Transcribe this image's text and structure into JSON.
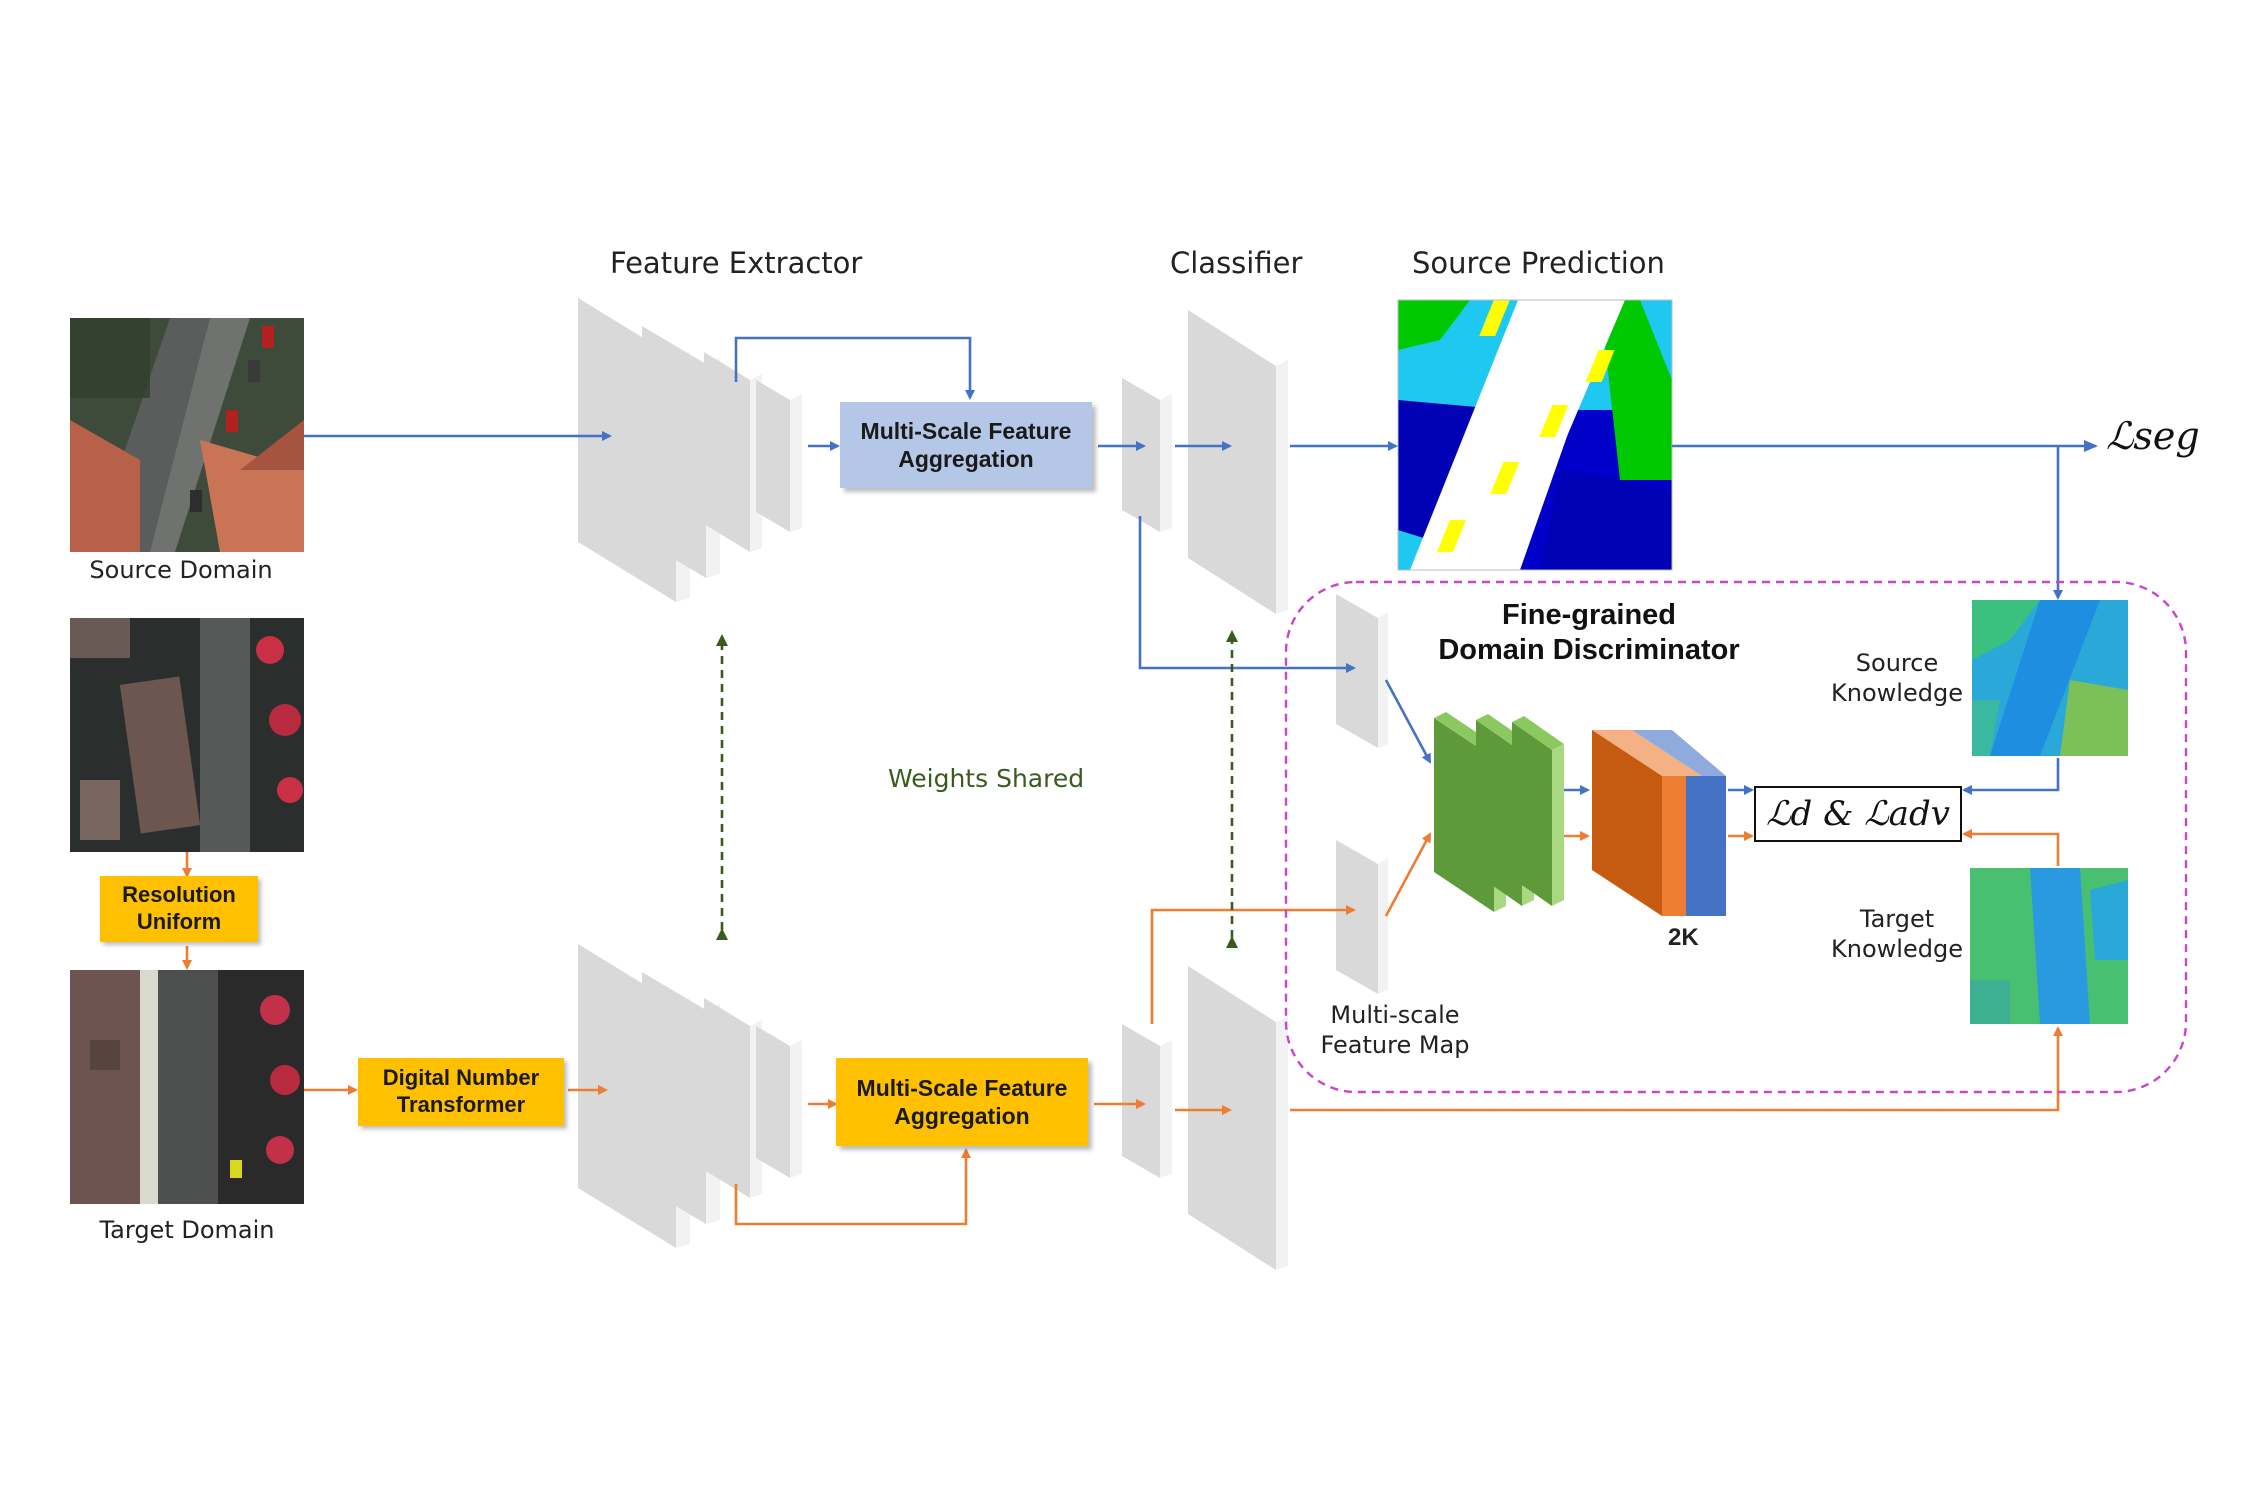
{
  "headers": {
    "feature_extractor": "Feature Extractor",
    "classifier": "Classifier",
    "source_prediction": "Source Prediction"
  },
  "inputs": {
    "source_domain": "Source Domain",
    "target_domain": "Target Domain"
  },
  "boxes": {
    "resolution_uniform": [
      "Resolution",
      "Uniform"
    ],
    "digital_number_transformer": [
      "Digital Number",
      "Transformer"
    ],
    "msfa_top": [
      "Multi-Scale Feature",
      "Aggregation"
    ],
    "msfa_bottom": [
      "Multi-Scale Feature",
      "Aggregation"
    ]
  },
  "weights_shared": "Weights Shared",
  "discriminator": {
    "title": [
      "Fine-grained",
      "Domain Discriminator"
    ],
    "feature_map_label": [
      "Multi-scale",
      "Feature Map"
    ],
    "out_channels": "2K",
    "source_knowledge": [
      "Source",
      "Knowledge"
    ],
    "target_knowledge": [
      "Target",
      "Knowledge"
    ]
  },
  "losses": {
    "seg": "ℒseg",
    "d_adv": "ℒd & ℒadv"
  },
  "colors": {
    "blue_flow": "#4472c4",
    "orange_flow": "#ed7d31",
    "shared_weights": "#3a5a1e",
    "discriminator_border": "#cc44cc",
    "layer_gray": "#d9d9d9",
    "disc_green": "#70ad47",
    "disc_orange": "#ed7d31",
    "disc_blue": "#4472c4"
  }
}
